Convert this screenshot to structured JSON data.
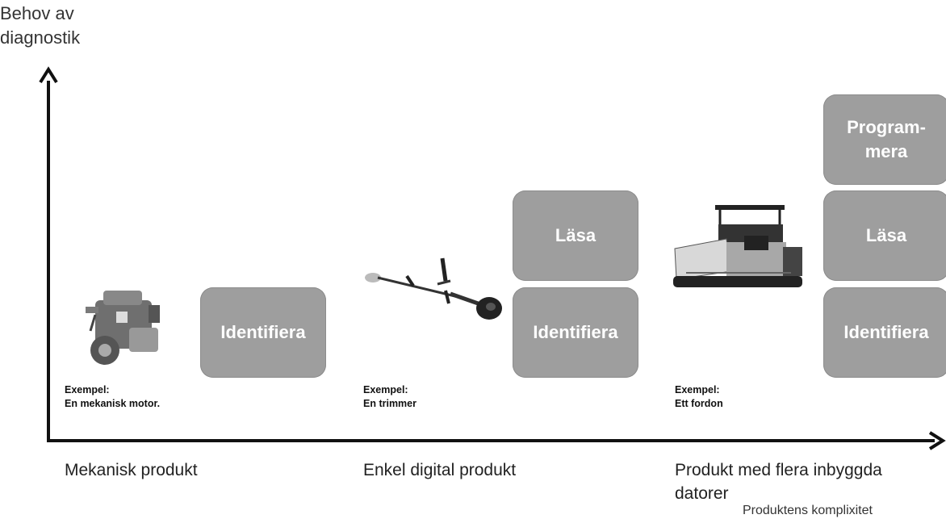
{
  "y_axis_title": "Behov av\ndiagnostik",
  "x_axis_title": "Produktens komplixitet",
  "categories": [
    {
      "label": "Mekanisk produkt",
      "example_heading": "Exempel:",
      "example_text": "En mekanisk motor.",
      "image_icon": "engine-illustration",
      "boxes": [
        "Identifiera"
      ]
    },
    {
      "label": "Enkel digital produkt",
      "example_heading": "Exempel:",
      "example_text": "En trimmer",
      "image_icon": "trimmer-illustration",
      "boxes": [
        "Identifiera",
        "Läsa"
      ]
    },
    {
      "label": "Produkt med flera inbyggda datorer",
      "example_heading": "Exempel:",
      "example_text": "Ett fordon",
      "image_icon": "paver-vehicle-illustration",
      "boxes": [
        "Identifiera",
        "Läsa",
        "Program-\nmera"
      ]
    }
  ],
  "colors": {
    "box_fill": "#9e9e9e",
    "box_text": "#ffffff",
    "axis": "#111111"
  }
}
